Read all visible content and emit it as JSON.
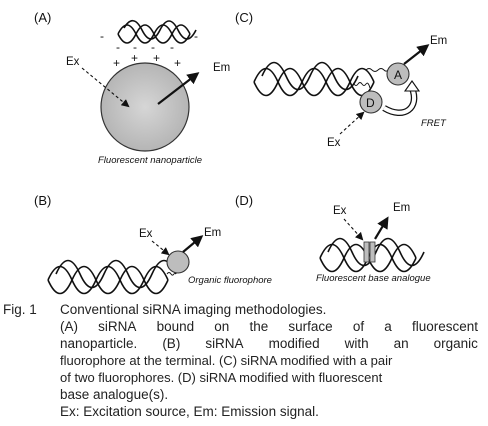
{
  "panels": {
    "a": {
      "label": "(A)",
      "ex": "Ex",
      "em": "Em",
      "caption": "Fluorescent nanoparticle",
      "charge_minus": "-",
      "charge_plus": "+"
    },
    "b": {
      "label": "(B)",
      "ex": "Ex",
      "em": "Em",
      "caption": "Organic fluorophore"
    },
    "c": {
      "label": "(C)",
      "ex": "Ex",
      "em": "Em",
      "acceptor": "A",
      "donor": "D",
      "fret": "FRET"
    },
    "d": {
      "label": "(D)",
      "ex": "Ex",
      "em": "Em",
      "caption": "Fluorescent base analogue"
    }
  },
  "figure_caption": {
    "number": "Fig. 1",
    "title": "Conventional siRNA imaging methodologies.",
    "line1_words": [
      "(A)",
      "siRNA",
      "bound",
      "on",
      "the",
      "surface",
      "of",
      "a",
      "fluorescent"
    ],
    "line2_words": [
      "nanoparticle.",
      "(B)",
      "siRNA",
      "modified",
      "with",
      "an",
      "organic"
    ],
    "line3": "fluorophore at the terminal. (C) siRNA modified with a pair",
    "line4": "of two fluorophores. (D) siRNA modified with fluorescent",
    "line5": "base analogue(s).",
    "line6": "Ex: Excitation source, Em: Emission signal."
  },
  "colors": {
    "sphere_center": "#d8d8d8",
    "sphere_edge": "#b4b4b4",
    "fluorophore_fill": "#bdbdbd",
    "strand": "#111111"
  }
}
